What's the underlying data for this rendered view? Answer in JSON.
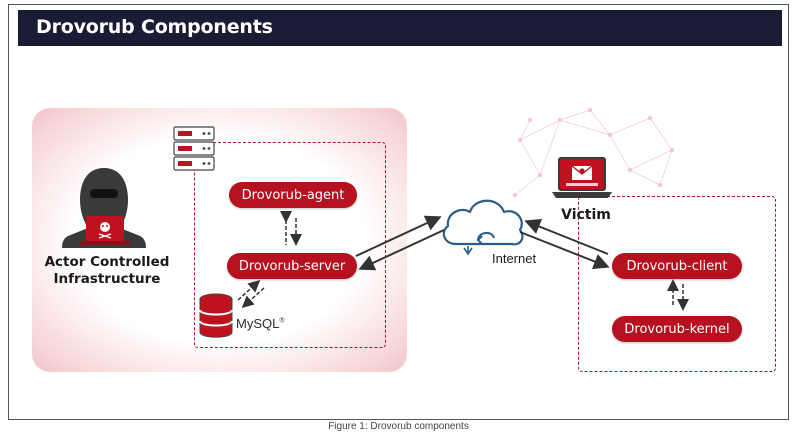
{
  "header": {
    "title": "Drovorub Components"
  },
  "caption": "Figure 1: Drovorub components",
  "actor": {
    "label_line1": "Actor Controlled",
    "label_line2": "Infrastructure"
  },
  "victim": {
    "label": "Victim"
  },
  "internet": {
    "label": "Internet"
  },
  "mysql": {
    "label": "MySQL",
    "mark": "®"
  },
  "components": {
    "agent": "Drovorub-agent",
    "server": "Drovorub-server",
    "client": "Drovorub-client",
    "kernel": "Drovorub-kernel"
  },
  "colors": {
    "header_bg": "#1c1b35",
    "accent_red": "#b5111f",
    "dash_red": "#a8162a",
    "panel_pink": "#f2c3c8"
  }
}
